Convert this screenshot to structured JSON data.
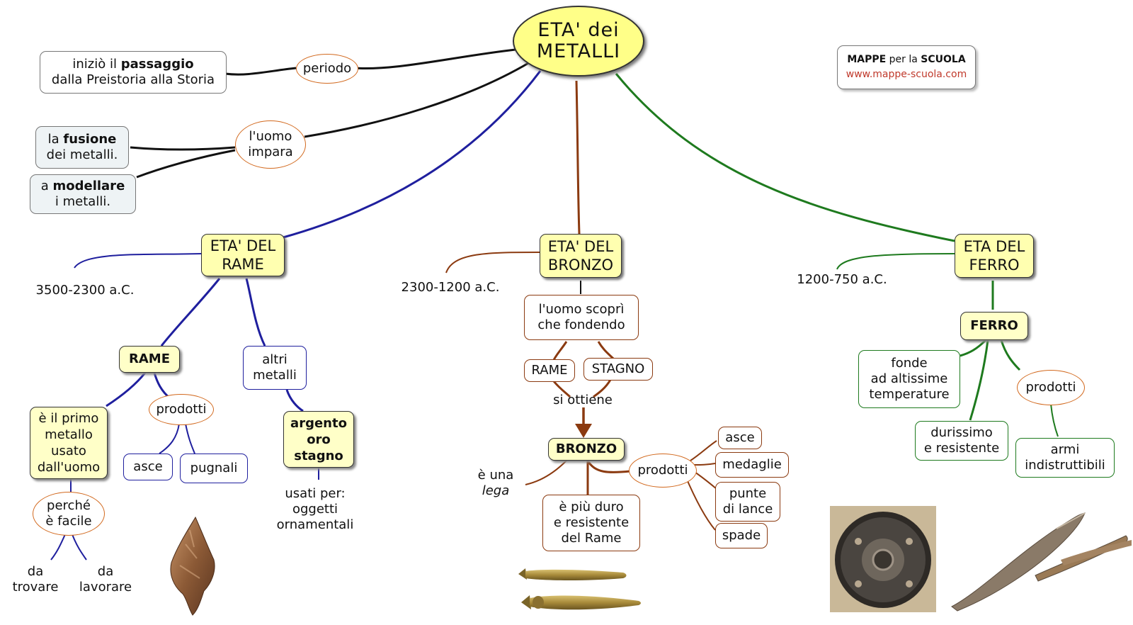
{
  "title": {
    "line1": "ETA' dei",
    "line2": "METALLI"
  },
  "credit": {
    "brand_a": "MAPPE",
    "brand_b": " per la ",
    "brand_c": "SCUOLA",
    "url": "www.mappe-scuola.com"
  },
  "top": {
    "periodo": "periodo",
    "passaggio": {
      "a": "iniziò il ",
      "b": "passaggio",
      "c": "dalla Preistoria alla Storia"
    },
    "impara": {
      "l1": "l'uomo",
      "l2": "impara"
    },
    "fusione": {
      "a": "la ",
      "b": "fusione",
      "c": "dei metalli."
    },
    "modellare": {
      "a": "a ",
      "b": "modellare",
      "c": "i metalli."
    }
  },
  "rame": {
    "title": {
      "l1": "ETA' DEL",
      "l2": "RAME"
    },
    "date": "3500-2300 a.C.",
    "metal": "RAME",
    "primo": {
      "l1": "è il primo",
      "l2": "metallo",
      "l3": "usato",
      "l4": "dall'uomo"
    },
    "perche": {
      "l1": "perché",
      "l2": "è facile"
    },
    "trovare": {
      "l1": "da",
      "l2": "trovare"
    },
    "lavorare": {
      "l1": "da",
      "l2": "lavorare"
    },
    "prodotti": "prodotti",
    "asce": "asce",
    "pugnali": "pugnali",
    "altri": {
      "l1": "altri",
      "l2": "metalli"
    },
    "argento": {
      "l1": "argento",
      "l2": "oro",
      "l3": "stagno"
    },
    "usati": {
      "l1": "usati per:",
      "l2": "oggetti",
      "l3": "ornamentali"
    }
  },
  "bronzo": {
    "title": {
      "l1": "ETA' DEL",
      "l2": "BRONZO"
    },
    "date": "2300-1200 a.C.",
    "scopri": {
      "l1": "l'uomo scoprì",
      "l2": "che fondendo"
    },
    "rame": "RAME",
    "stagno": "STAGNO",
    "ottiene": "si ottiene",
    "metal": "BRONZO",
    "lega": {
      "l1": "è una",
      "l2": "lega"
    },
    "duro": {
      "l1": "è più duro",
      "l2": "e resistente",
      "l3": "del Rame"
    },
    "prodotti": "prodotti",
    "items": [
      "asce",
      "medaglie",
      "punte",
      "di lance",
      "spade"
    ]
  },
  "ferro": {
    "title": {
      "l1": "ETA DEL",
      "l2": "FERRO"
    },
    "date": "1200-750 a.C.",
    "metal": "FERRO",
    "fonde": {
      "l1": "fonde",
      "l2": "ad altissime",
      "l3": "temperature"
    },
    "durissimo": {
      "l1": "durissimo",
      "l2": "e resistente"
    },
    "prodotti": "prodotti",
    "armi": {
      "l1": "armi",
      "l2": "indistruttibili"
    }
  },
  "colors": {
    "rame_link": "#1f1f9e",
    "bronzo_link": "#8b3a10",
    "ferro_link": "#1e7a1e",
    "top_link": "#111111",
    "oval_border": "#d2691e",
    "main_fill": "#ffff88"
  }
}
